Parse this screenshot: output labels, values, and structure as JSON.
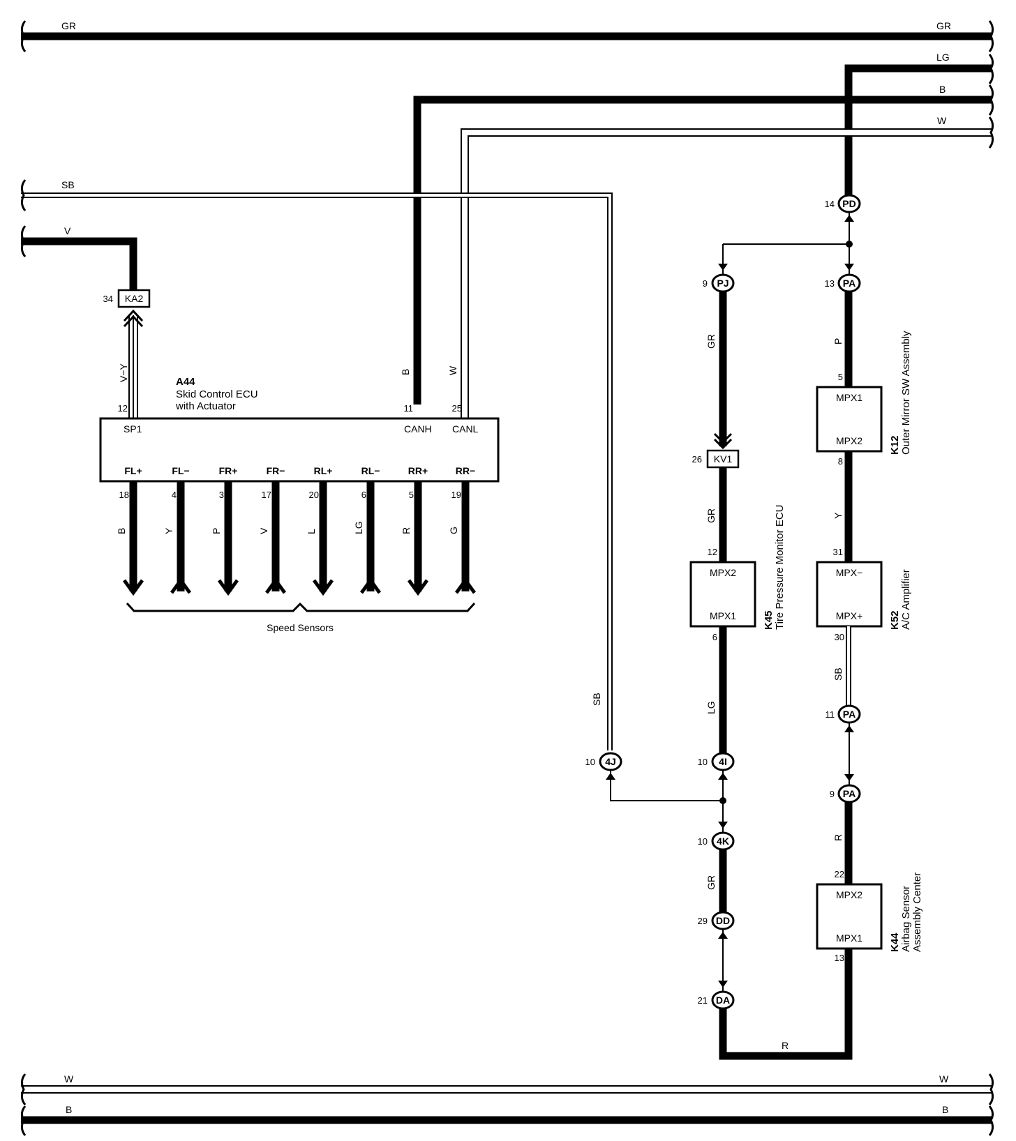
{
  "bus_lines": {
    "top_gr_left": "GR",
    "top_gr_right": "GR",
    "lg": "LG",
    "b": "B",
    "w": "W",
    "sb": "SB",
    "v": "V",
    "bottom_w_left": "W",
    "bottom_w_right": "W",
    "bottom_b_left": "B",
    "bottom_b_right": "B"
  },
  "skid_ecu": {
    "id": "A44",
    "name_line1": "Skid Control ECU",
    "name_line2": "with Actuator",
    "connector_ka2": {
      "pin": "34",
      "label": "KA2"
    },
    "wire_vy": "V−Y",
    "wire_b": "B",
    "wire_w": "W",
    "top_pins": [
      {
        "pin": "12",
        "term": "SP1"
      },
      {
        "pin": "11",
        "term": "CANH"
      },
      {
        "pin": "25",
        "term": "CANL"
      }
    ],
    "bottom_pins": [
      {
        "pin": "18",
        "term": "FL+",
        "wire": "B"
      },
      {
        "pin": "4",
        "term": "FL−",
        "wire": "Y"
      },
      {
        "pin": "3",
        "term": "FR+",
        "wire": "P"
      },
      {
        "pin": "17",
        "term": "FR−",
        "wire": "V"
      },
      {
        "pin": "20",
        "term": "RL+",
        "wire": "L"
      },
      {
        "pin": "6",
        "term": "RL−",
        "wire": "LG"
      },
      {
        "pin": "5",
        "term": "RR+",
        "wire": "R"
      },
      {
        "pin": "19",
        "term": "RR−",
        "wire": "G"
      }
    ],
    "speed_sensors": "Speed Sensors"
  },
  "connectors": {
    "pd": {
      "pin": "14",
      "label": "PD"
    },
    "pj": {
      "pin": "9",
      "label": "PJ"
    },
    "pa13": {
      "pin": "13",
      "label": "PA"
    },
    "kv1": {
      "pin": "26",
      "label": "KV1"
    },
    "pa11": {
      "pin": "11",
      "label": "PA"
    },
    "pa9": {
      "pin": "9",
      "label": "PA"
    },
    "j4": {
      "pin": "10",
      "label": "4J"
    },
    "i4": {
      "pin": "10",
      "label": "4I"
    },
    "k4": {
      "pin": "10",
      "label": "4K"
    },
    "dd": {
      "pin": "29",
      "label": "DD"
    },
    "da": {
      "pin": "21",
      "label": "DA"
    }
  },
  "wires": {
    "gr1": "GR",
    "gr2": "GR",
    "lg": "LG",
    "gr3": "GR",
    "p": "P",
    "y": "Y",
    "sb": "SB",
    "r": "R",
    "sb_left": "SB",
    "r_bottom": "R"
  },
  "k45": {
    "id": "K45",
    "name": "Tire Pressure Monitor ECU",
    "top": "MPX2",
    "bottom": "MPX1",
    "pin_top": "12",
    "pin_bottom": "6"
  },
  "k12": {
    "id": "K12",
    "name": "Outer Mirror SW Assembly",
    "top": "MPX1",
    "bottom": "MPX2",
    "pin_top": "5",
    "pin_bottom": "8"
  },
  "k52": {
    "id": "K52",
    "name": "A/C Amplifier",
    "top": "MPX−",
    "bottom": "MPX+",
    "pin_top": "31",
    "pin_bottom": "30"
  },
  "k44": {
    "id": "K44",
    "name_line1": "Airbag Sensor",
    "name_line2": "Assembly Center",
    "top": "MPX2",
    "bottom": "MPX1",
    "pin_top": "22",
    "pin_bottom": "13"
  }
}
